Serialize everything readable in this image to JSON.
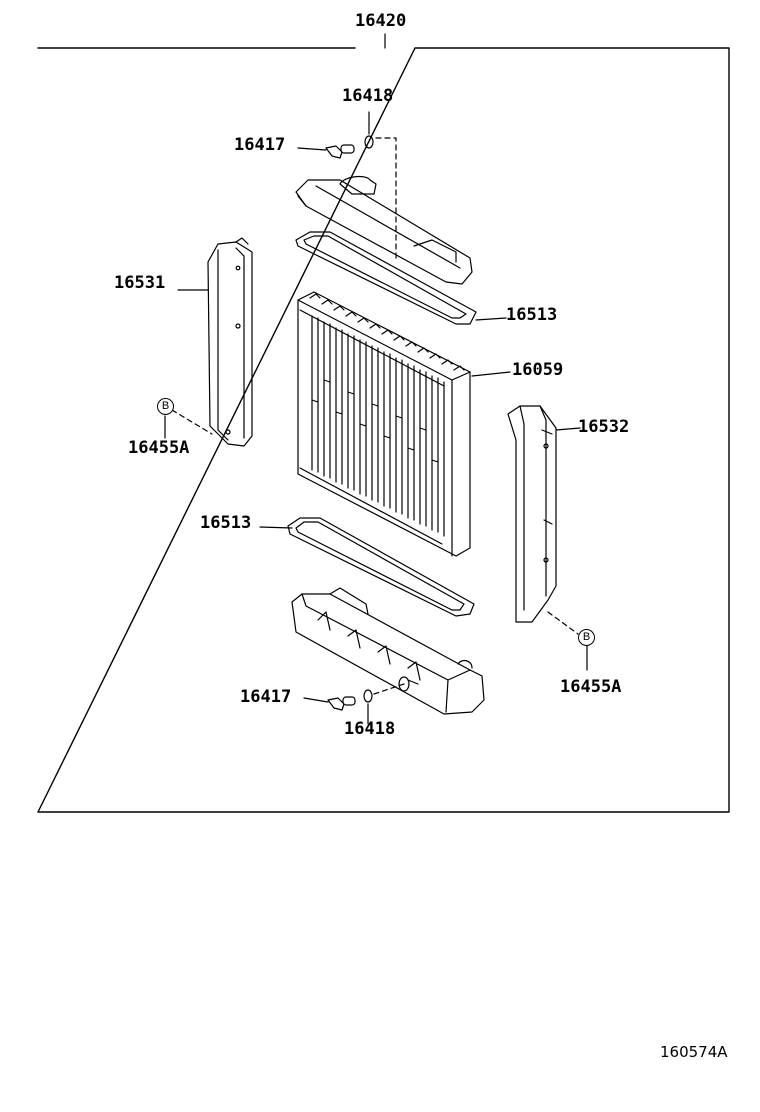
{
  "assembly": {
    "number": "16420"
  },
  "parts": {
    "drain_plug_upper": "16417",
    "gasket_upper": "16418",
    "side_support_left": "16531",
    "gasket_tank_upper": "16513",
    "core": "16059",
    "side_support_right": "16532",
    "bolt_left": "16455A",
    "gasket_tank_lower": "16513",
    "bolt_right": "16455A",
    "drain_plug_lower": "16417",
    "gasket_lower": "16418"
  },
  "callouts": {
    "b_symbol": "B"
  },
  "figure_ref": "160574A"
}
